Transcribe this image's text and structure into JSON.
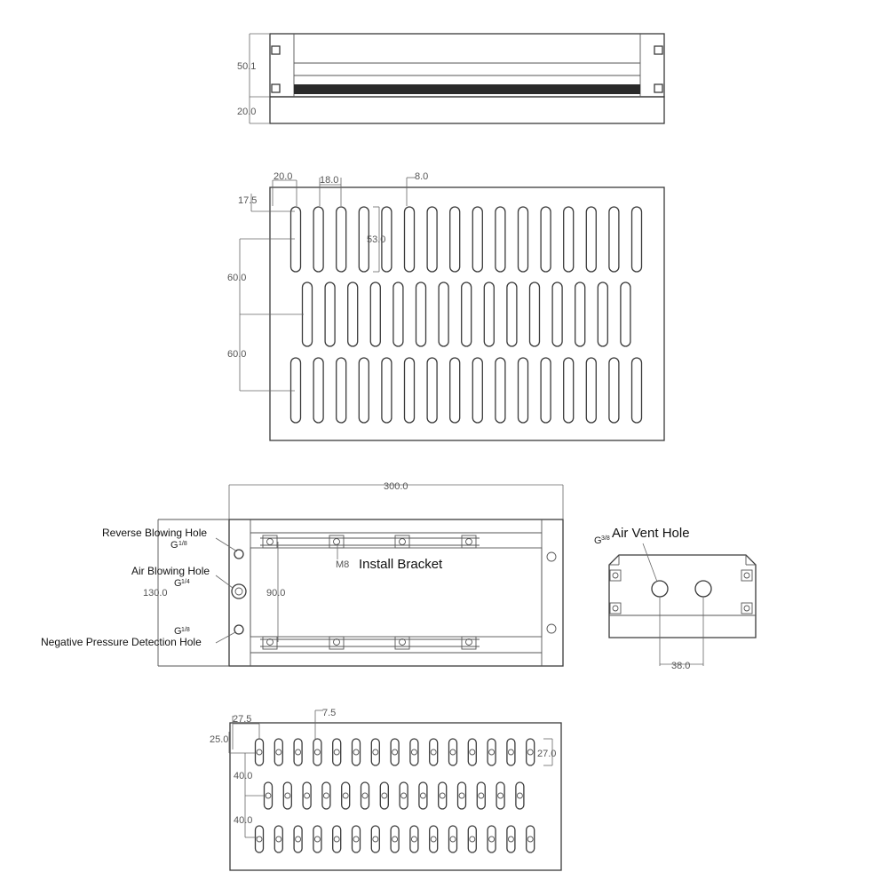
{
  "top_view": {
    "dims": {
      "height": "50.1",
      "base": "20.0"
    }
  },
  "panel_view": {
    "dims": {
      "spacing_x": "20.0",
      "slot_width": "18.0",
      "thin": "8.0",
      "edge": "17.5",
      "slot_length": "53.0",
      "row_gap_1": "60.0",
      "row_gap_2": "60.0"
    },
    "rows": [
      16,
      15,
      16
    ]
  },
  "front_view": {
    "dims": {
      "width": "300.0",
      "height": "130.0",
      "inner": "90.0"
    },
    "thread_label": "M8",
    "labels": {
      "reverse_blowing": "Reverse Blowing Hole",
      "air_blowing": "Air Blowing Hole",
      "negative_pressure": "Negative Pressure Detection Hole",
      "install_bracket": "Install Bracket"
    },
    "ports": {
      "reverse": {
        "g": "G",
        "fraction": "1/8"
      },
      "air": {
        "g": "G",
        "fraction": "1/4"
      },
      "negative": {
        "g": "G",
        "fraction": "1/8"
      }
    }
  },
  "side_view": {
    "label": "Air Vent Hole",
    "port": {
      "g": "G",
      "fraction": "3/8"
    },
    "dims": {
      "hole_spacing": "38.0"
    }
  },
  "bottom_view": {
    "dims": {
      "spacing_x": "27.5",
      "thin": "7.5",
      "edge": "25.0",
      "slot_length": "27.0",
      "row_gap_1": "40.0",
      "row_gap_2": "40.0"
    },
    "rows": [
      15,
      14,
      15
    ]
  }
}
